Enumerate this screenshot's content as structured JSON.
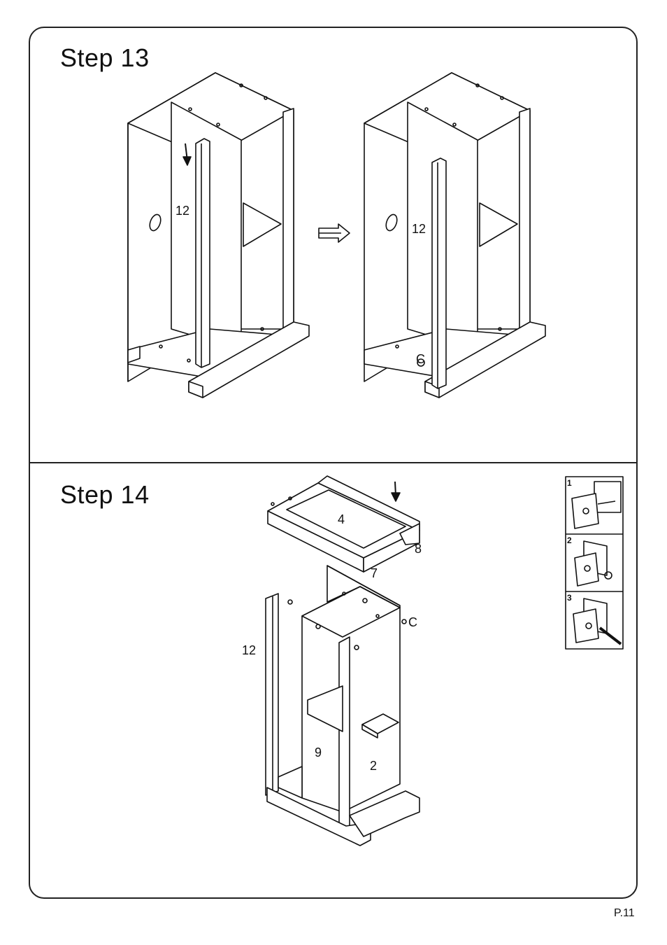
{
  "steps": [
    {
      "title": "Step  13",
      "labels": {
        "left_panel": "12",
        "right_panel": "12",
        "cam": "C"
      }
    },
    {
      "title": "Step  14",
      "labels": {
        "top": "4",
        "rail_back": "8",
        "rail_front": "7",
        "side_post": "12",
        "cam": "C",
        "inner_panel": "9",
        "side_panel": "2"
      },
      "inset_steps": [
        "1",
        "2",
        "3"
      ]
    }
  ],
  "footer": {
    "page": "P.11"
  }
}
